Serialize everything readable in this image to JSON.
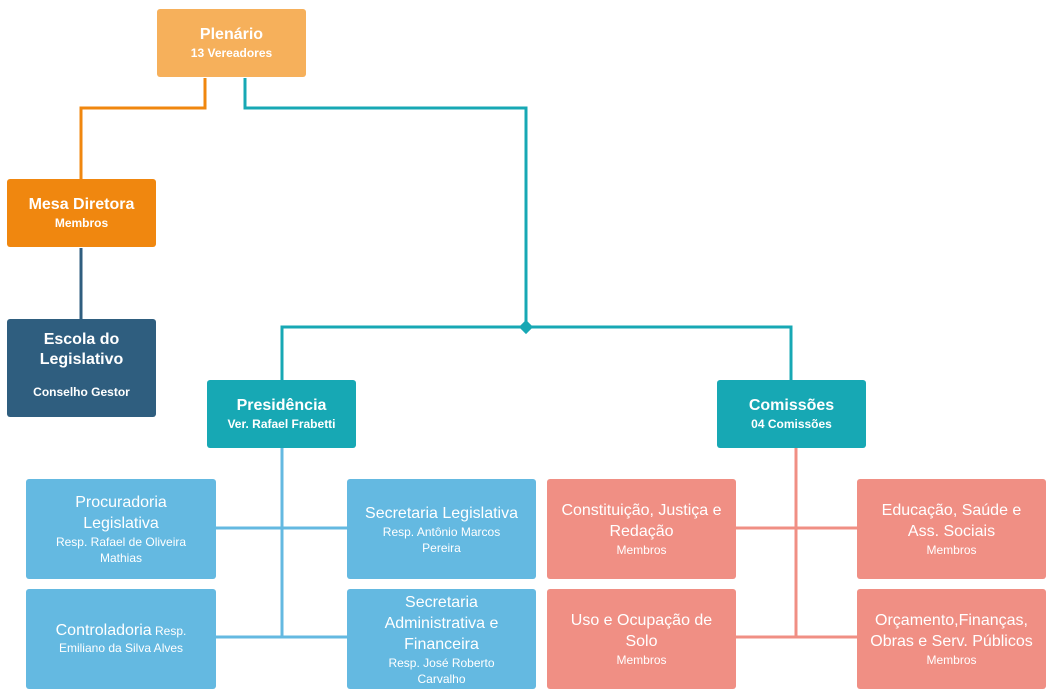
{
  "colors": {
    "plenario": "#f6b05b",
    "mesa": "#f0870f",
    "escola": "#2f5e7f",
    "teal": "#17a8b4",
    "blue": "#64b9e1",
    "salmon": "#f08f84"
  },
  "plenario": {
    "title": "Plenário",
    "subtitle": "13 Vereadores"
  },
  "mesa": {
    "title": "Mesa Diretora",
    "subtitle": "Membros"
  },
  "escola": {
    "title": "Escola do Legislativo",
    "subtitle": "Conselho Gestor"
  },
  "presidencia": {
    "title": "Presidência",
    "subtitle": "Ver. Rafael Frabetti"
  },
  "comissoes": {
    "title": "Comissões",
    "subtitle": "04 Comissões"
  },
  "procuradoria": {
    "title": "Procuradoria Legislativa",
    "subtitle": "Resp. Rafael de Oliveira Mathias"
  },
  "controladoria": {
    "title": "Controladoria",
    "subtitle": "Resp. Emiliano da Silva Alves"
  },
  "sec_legislativa": {
    "title": "Secretaria Legislativa",
    "subtitle": "Resp. Antônio Marcos Pereira"
  },
  "sec_adm": {
    "title": "Secretaria Administrativa e Financeira",
    "subtitle": "Resp. José Roberto Carvalho"
  },
  "constituicao": {
    "title": "Constituição, Justiça e Redação",
    "subtitle": "Membros"
  },
  "uso_solo": {
    "title": "Uso e Ocupação de Solo",
    "subtitle": "Membros"
  },
  "educacao": {
    "title": "Educação, Saúde e Ass. Sociais",
    "subtitle": "Membros"
  },
  "orcamento": {
    "title": "Orçamento,Finanças, Obras e Serv. Públicos",
    "subtitle": "Membros"
  }
}
